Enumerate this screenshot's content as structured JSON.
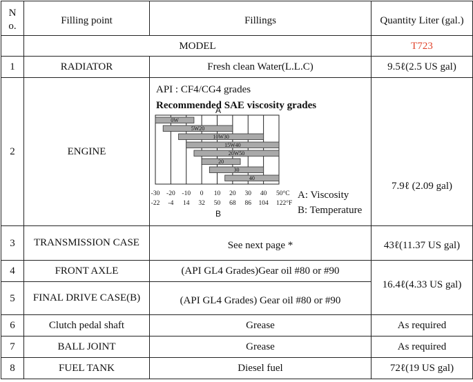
{
  "headers": {
    "no": "N o.",
    "filling_point": "Filling point",
    "fillings": "Fillings",
    "quantity": "Quantity Liter (gal.)"
  },
  "model_row": {
    "label": "MODEL",
    "value": "T723",
    "value_color": "#e0432b"
  },
  "rows": [
    {
      "no": "1",
      "point": "RADIATOR",
      "fillings": "Fresh clean Water(L.L.C)",
      "quantity": "9.5ℓ(2.5 US gal)"
    },
    {
      "no": "2",
      "point": "ENGINE",
      "fillings_line1": "API : CF4/CG4 grades",
      "fillings_line2": "Recommended SAE viscosity grades",
      "quantity": "7.9ℓ (2.09 gal)"
    },
    {
      "no": "3",
      "point": "TRANSMISSION CASE",
      "fillings": "See next page *",
      "quantity": "43ℓ(11.37 US gal)"
    },
    {
      "no": "4",
      "point": "FRONT AXLE",
      "fillings": "(API GL4 Grades)Gear oil #80 or #90",
      "quantity": "16.4ℓ(4.33 US gal)"
    },
    {
      "no": "5",
      "point": "FINAL DRIVE CASE(B)",
      "fillings": "(API GL4 Grades) Gear oil #80 or #90"
    },
    {
      "no": "6",
      "point": "Clutch pedal shaft",
      "fillings": "Grease",
      "quantity": "As required"
    },
    {
      "no": "7",
      "point": "BALL JOINT",
      "fillings": "Grease",
      "quantity": "As required"
    },
    {
      "no": "8",
      "point": "FUEL TANK",
      "fillings": "Diesel fuel",
      "quantity": "72ℓ(19 US gal)"
    }
  ],
  "chart_data": {
    "type": "bar",
    "top_label": "A",
    "bottom_label": "B",
    "celsius_ticks": [
      "-30",
      "-20",
      "-10",
      "0",
      "10",
      "20",
      "30",
      "40",
      "50°C"
    ],
    "fahrenheit_ticks": [
      "-22",
      "-4",
      "14",
      "32",
      "50",
      "68",
      "86",
      "104",
      "122°F"
    ],
    "xlim_celsius": [
      -30,
      50
    ],
    "grades": [
      {
        "name": "0W",
        "min_c": -30,
        "max_c": -5
      },
      {
        "name": "5W20",
        "min_c": -25,
        "max_c": 20
      },
      {
        "name": "10W30",
        "min_c": -15,
        "max_c": 40
      },
      {
        "name": "15W40",
        "min_c": -10,
        "max_c": 50
      },
      {
        "name": "20W50",
        "min_c": -5,
        "max_c": 50
      },
      {
        "name": "20",
        "min_c": 0,
        "max_c": 25
      },
      {
        "name": "30",
        "min_c": 5,
        "max_c": 40
      },
      {
        "name": "40",
        "min_c": 15,
        "max_c": 50
      }
    ],
    "bar_color": "#a9a9a9",
    "legend": [
      "A:  Viscosity",
      "B: Temperature"
    ]
  }
}
